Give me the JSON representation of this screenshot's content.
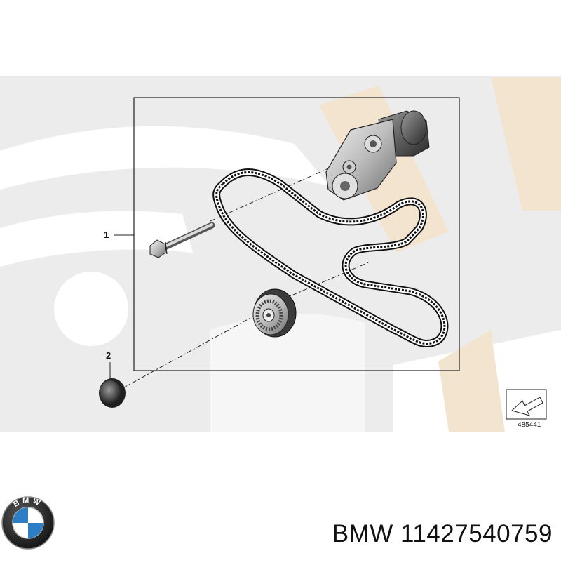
{
  "diagram": {
    "callouts": [
      {
        "label": "1"
      },
      {
        "label": "2"
      }
    ],
    "diagram_number": "485441"
  },
  "footer": {
    "brand": "BMW",
    "part_number": "11427540759",
    "logo_letters": "BMW"
  },
  "colors": {
    "watermark_grey": "#ececec",
    "watermark_beige": "#f3e4cf",
    "belt": "#111111",
    "frame": "#222222"
  }
}
